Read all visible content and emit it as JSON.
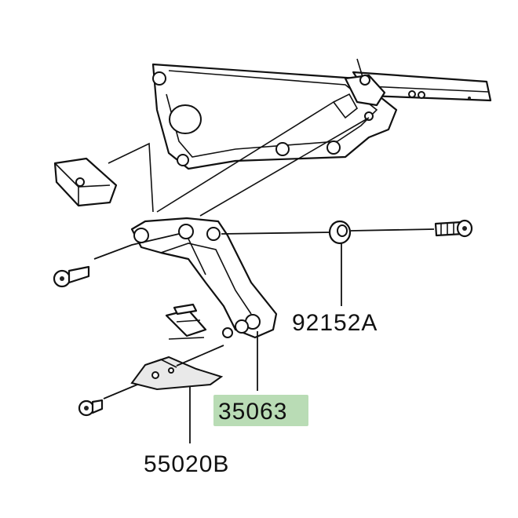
{
  "diagram": {
    "parts": [
      {
        "id": "p1",
        "number": "92152A",
        "highlighted": false
      },
      {
        "id": "p2",
        "number": "35063",
        "highlighted": true
      },
      {
        "id": "p3",
        "number": "55020B",
        "highlighted": false
      }
    ],
    "highlight_color": "#b9dcb5",
    "line_color": "#111111",
    "background": "#ffffff"
  }
}
